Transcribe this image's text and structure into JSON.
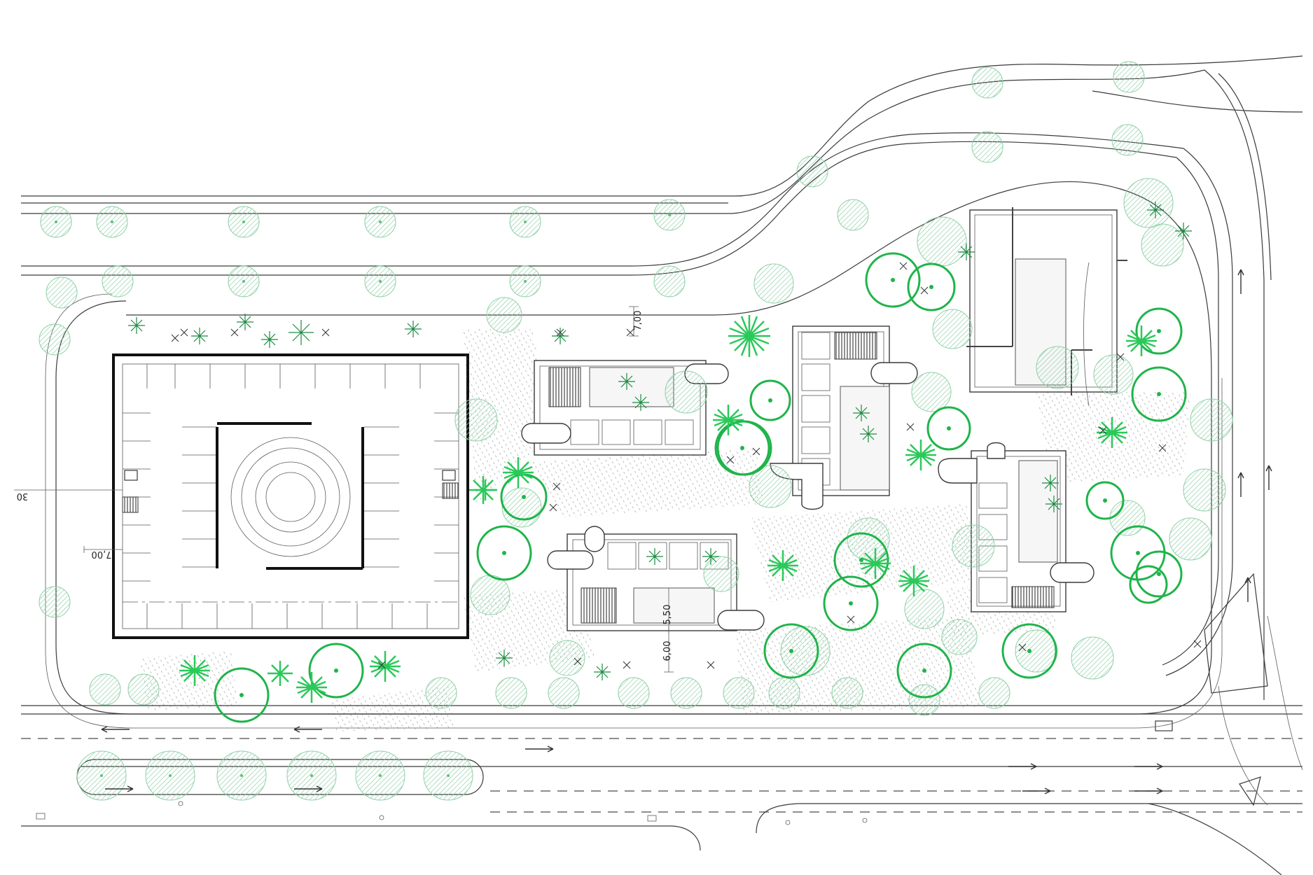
{
  "plan": {
    "dimension_labels": {
      "garage_side": "7,00",
      "garage_cut": "30",
      "north_gap": "7,00",
      "courtyard_gap": "5,50",
      "south_gap": "6,00"
    },
    "colors": {
      "linework": "#3a3a3a",
      "tree_fill": "#9fd8b4",
      "tree_accent": "#1fb44a",
      "palm": "#2ac95a",
      "hatch": "#555555"
    },
    "icons": [
      "tree-symbol",
      "palm-symbol",
      "shrub-symbol",
      "road-arrow"
    ]
  }
}
